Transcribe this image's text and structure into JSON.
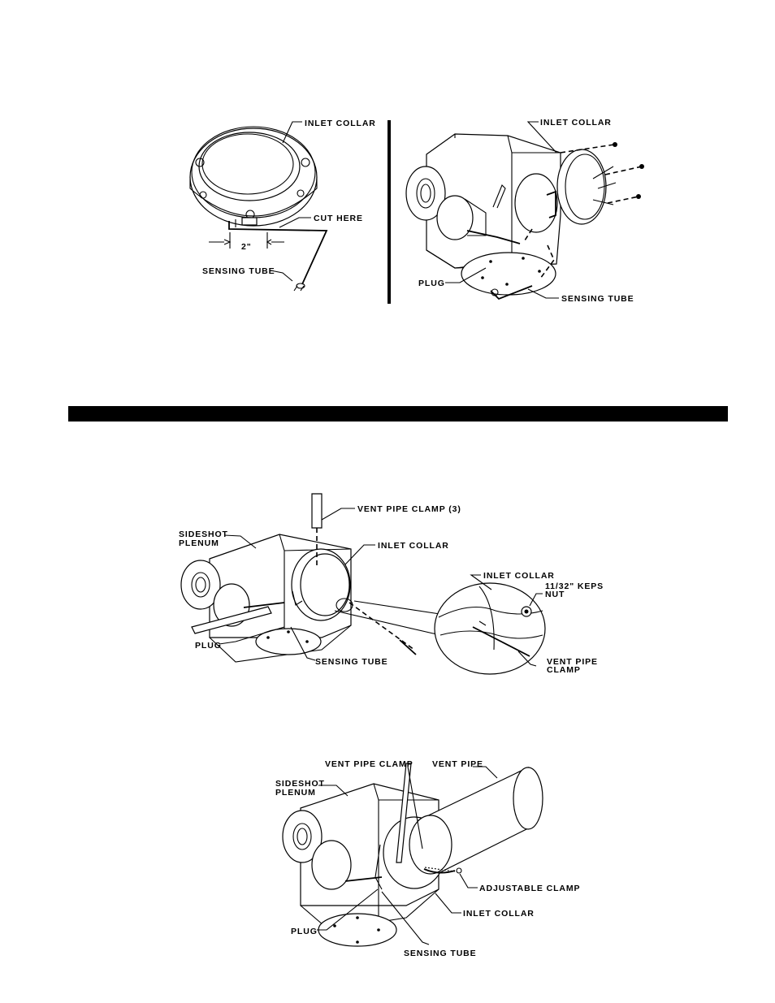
{
  "fig1": {
    "inlet_collar": "INLET COLLAR",
    "cut_here": "CUT HERE",
    "dimension": "2\"",
    "sensing_tube": "SENSING TUBE"
  },
  "fig2": {
    "inlet_collar": "INLET COLLAR",
    "plug": "PLUG",
    "sensing_tube": "SENSING TUBE"
  },
  "fig3": {
    "vent_pipe_clamp_3": "VENT PIPE CLAMP (3)",
    "sideshot_line1": "SIDESHOT",
    "sideshot_line2": "PLENUM",
    "inlet_collar": "INLET COLLAR",
    "plug": "PLUG",
    "sensing_tube": "SENSING TUBE",
    "detail_inlet_collar": "INLET COLLAR",
    "keps_line1": "11/32\" KEPS",
    "keps_line2": "NUT",
    "clamp_line1": "VENT PIPE",
    "clamp_line2": "CLAMP"
  },
  "fig4": {
    "vent_pipe_clamp": "VENT PIPE CLAMP",
    "vent_pipe": "VENT PIPE",
    "sideshot_line1": "SIDESHOT",
    "sideshot_line2": "PLENUM",
    "adjustable_clamp": "ADJUSTABLE CLAMP",
    "inlet_collar": "INLET COLLAR",
    "plug": "PLUG",
    "sensing_tube": "SENSING TUBE"
  }
}
